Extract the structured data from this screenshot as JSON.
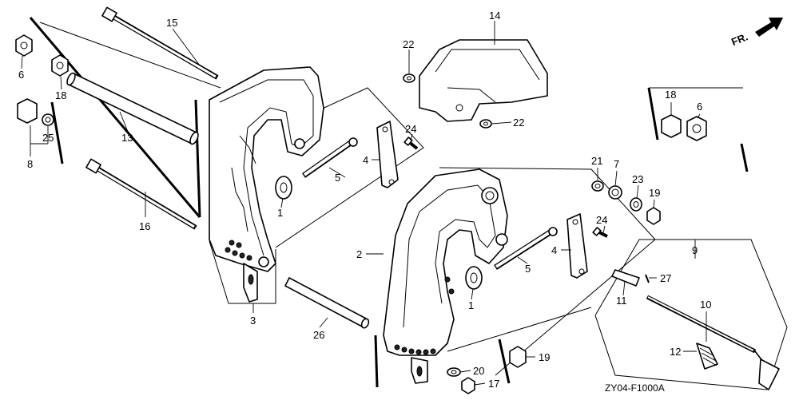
{
  "diagram": {
    "code": "ZY04-F1000A",
    "direction": "FR."
  },
  "callouts": {
    "c1a": "1",
    "c1b": "1",
    "c2": "2",
    "c3": "3",
    "c4a": "4",
    "c4b": "4",
    "c5a": "5",
    "c5b": "5",
    "c6a": "6",
    "c6b": "6",
    "c7": "7",
    "c8": "8",
    "c9": "9",
    "c10": "10",
    "c11": "11",
    "c12": "12",
    "c13": "13",
    "c14": "14",
    "c15": "15",
    "c16": "16",
    "c17": "17",
    "c18a": "18",
    "c18b": "18",
    "c19a": "19",
    "c19b": "19",
    "c20": "20",
    "c21": "21",
    "c22a": "22",
    "c22b": "22",
    "c23": "23",
    "c24a": "24",
    "c24b": "24",
    "c25": "25",
    "c26": "26",
    "c27": "27"
  }
}
